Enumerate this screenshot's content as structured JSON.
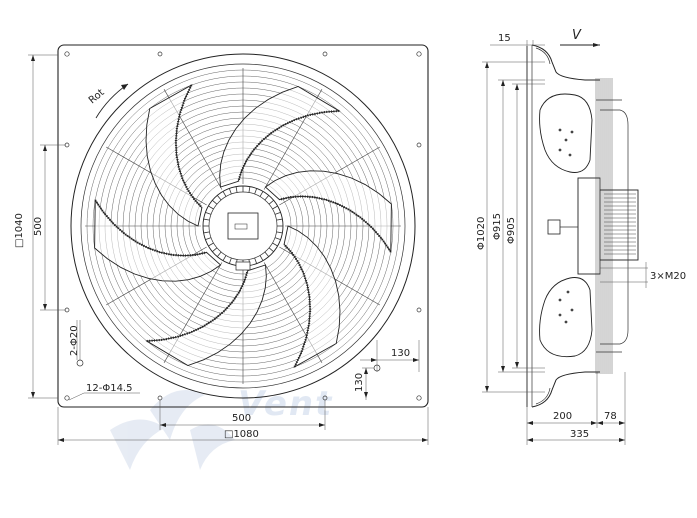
{
  "front_view": {
    "rotation_label": "Rot",
    "dim_square_height": "□1040",
    "dim_500_vertical": "500",
    "dim_holes_20": "2-Φ20",
    "dim_holes_14_5": "12-Φ14.5",
    "dim_130_horizontal": "130",
    "dim_130_vertical": "130",
    "dim_500_horizontal": "500",
    "dim_square_width": "□1080"
  },
  "side_view": {
    "airflow_label": "V",
    "dim_15": "15",
    "dim_phi_1020": "Φ1020",
    "dim_phi_915": "Φ915",
    "dim_phi_905": "Φ905",
    "dim_thread": "3×M20",
    "dim_200": "200",
    "dim_78": "78",
    "dim_335": "335"
  },
  "watermark": {
    "text": "Vent"
  },
  "colors": {
    "line": "#222222",
    "watermark": "#c9d6ea"
  }
}
